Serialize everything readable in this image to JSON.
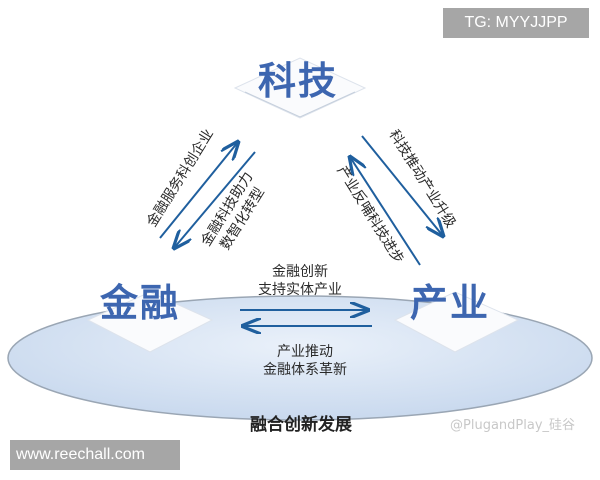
{
  "nodes": {
    "top": "科技",
    "left": "金融",
    "right": "产业"
  },
  "edges": {
    "left_outer": "金融服务科创企业",
    "left_inner_1": "金融科技助力",
    "left_inner_2": "数智化转型",
    "right_outer": "科技推动产业升级",
    "right_inner": "产业反哺科技进步",
    "bottom_top_1": "金融创新",
    "bottom_top_2": "支持实体产业",
    "bottom_bottom_1": "产业推动",
    "bottom_bottom_2": "金融体系革新"
  },
  "caption": "融合创新发展",
  "watermarks": {
    "tg": "TG: MYYJJPP",
    "site": "www.reechall.com",
    "weibo": "@PlugandPlay_硅谷"
  },
  "colors": {
    "node_text": "#3d66b0",
    "arrow": "#1f5f9e",
    "platform": "#d6e3f3"
  }
}
